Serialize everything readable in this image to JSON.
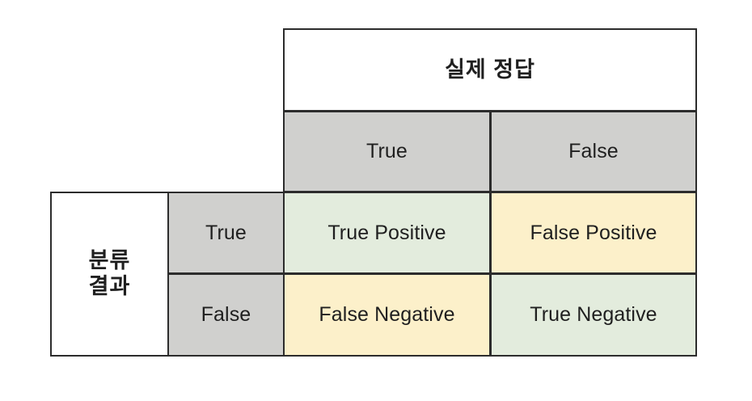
{
  "figure": {
    "kind": "confusion-matrix",
    "colors": {
      "header_gray": "#d0d0ce",
      "correct_green": "#e3ecdd",
      "error_cream": "#fcf0ca",
      "cell_white": "#ffffff",
      "border": "#2c2c2c",
      "text": "#1f1f1f"
    }
  },
  "columns": {
    "group_label": "실제 정답",
    "headers": [
      "True",
      "False"
    ]
  },
  "rows": {
    "group_label_line1": "분류",
    "group_label_line2": "결과",
    "headers": [
      "True",
      "False"
    ]
  },
  "cells": {
    "true_positive": "True Positive",
    "false_positive": "False Positive",
    "false_negative": "False Negative",
    "true_negative": "True Negative"
  },
  "chart_data": {
    "type": "table",
    "title": "실제 정답 / 분류 결과 혼동 행렬",
    "column_group": "실제 정답",
    "row_group": "분류 결과",
    "categories": [
      "True",
      "False"
    ],
    "matrix": [
      [
        "True Positive",
        "False Positive"
      ],
      [
        "False Negative",
        "True Negative"
      ]
    ],
    "cell_styles": [
      [
        "correct",
        "error"
      ],
      [
        "error",
        "correct"
      ]
    ]
  }
}
